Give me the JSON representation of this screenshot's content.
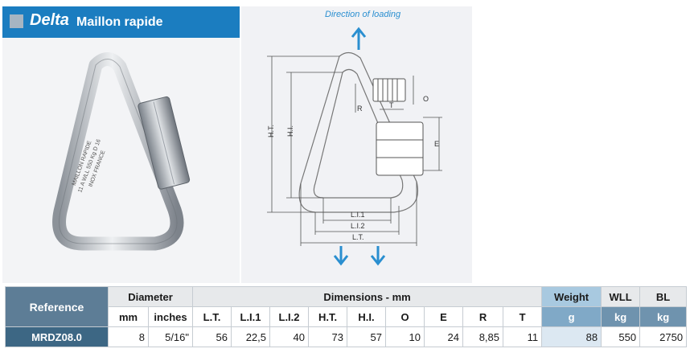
{
  "header": {
    "brand": "Delta",
    "subtitle": "Maillon rapide"
  },
  "photo": {
    "engraving": [
      "MAILLON RAPIDE",
      "11 A WLL 550 Kg D 16",
      "INOX FRANCE"
    ]
  },
  "diagram": {
    "direction_label": "Direction of loading",
    "dims": {
      "ht": "H.T.",
      "hi": "H.I.",
      "r": "R",
      "t": "T",
      "o": "O",
      "e": "E",
      "li1": "L.I.1",
      "li2": "L.I.2",
      "lt": "L.T."
    }
  },
  "table": {
    "ref_header": "Reference",
    "diameter_header": "Diameter",
    "dimensions_header": "Dimensions - mm",
    "weight_header": "Weight",
    "wll_header": "WLL",
    "bl_header": "BL",
    "sub": {
      "mm": "mm",
      "inches": "inches",
      "lt": "L.T.",
      "li1": "L.I.1",
      "li2": "L.I.2",
      "ht": "H.T.",
      "hi": "H.I.",
      "o": "O",
      "e": "E",
      "r": "R",
      "t": "T",
      "g": "g",
      "kg1": "kg",
      "kg2": "kg"
    },
    "row": {
      "reference": "MRDZ08.0",
      "mm": "8",
      "inches": "5/16\"",
      "lt": "56",
      "li1": "22,5",
      "li2": "40",
      "ht": "73",
      "hi": "57",
      "o": "10",
      "e": "24",
      "r": "8,85",
      "t": "11",
      "weight": "88",
      "wll": "550",
      "bl": "2750"
    }
  },
  "colors": {
    "banner": "#1b7dc0",
    "arrow": "#2a8fd0",
    "ref_header": "#5d7d96",
    "weight_header": "#a8c9e0"
  },
  "icons": {
    "banner_square": "square-icon",
    "arrows": "arrow-icon"
  }
}
